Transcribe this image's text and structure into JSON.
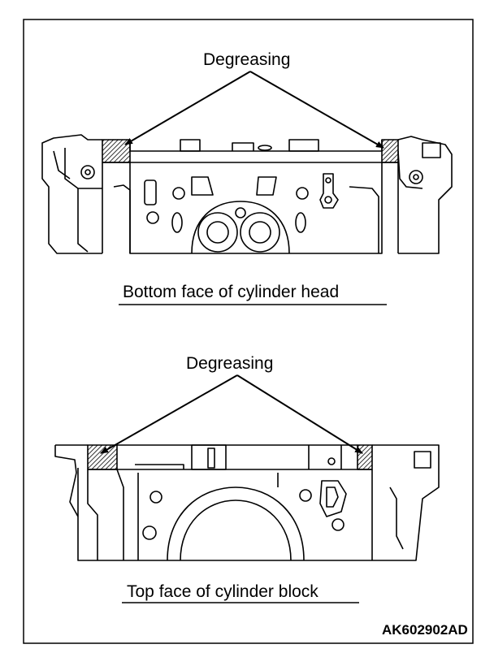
{
  "figure": {
    "colors": {
      "ink": "#000000",
      "paper": "#ffffff",
      "hatch": "#000000"
    },
    "top_panel": {
      "callout": "Degreasing",
      "caption": "Bottom face of cylinder head"
    },
    "bottom_panel": {
      "callout": "Degreasing",
      "caption": "Top face of cylinder block"
    },
    "reference_code": "AK602902AD"
  }
}
